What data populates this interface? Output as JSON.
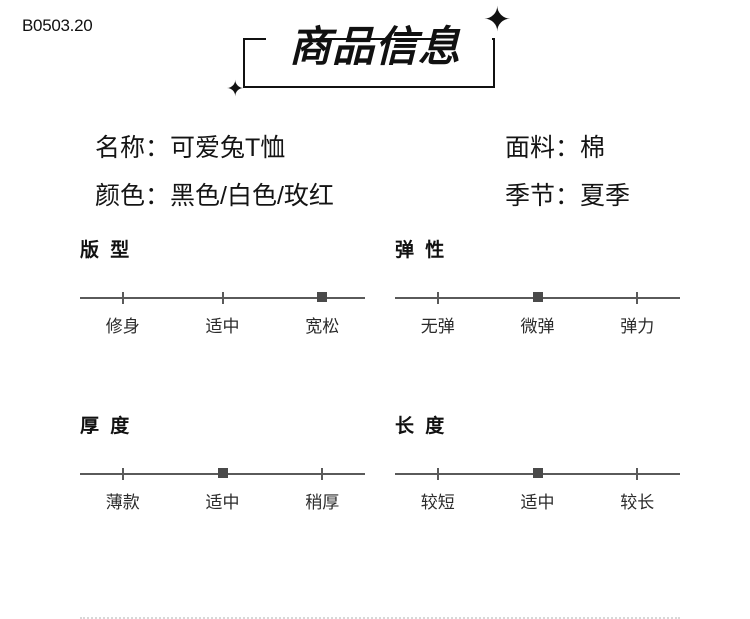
{
  "sku_code": "B0503.20",
  "title": {
    "text": "商品信息",
    "sparkle_glyph": "✦"
  },
  "specs": [
    {
      "left": {
        "label": "名称：",
        "value": "可爱兔T恤"
      },
      "right": {
        "label": "面料：",
        "value": "棉"
      }
    },
    {
      "left": {
        "label": "颜色：",
        "value": "黑色/白色/玫红"
      },
      "right": {
        "label": "季节：",
        "value": "夏季"
      }
    }
  ],
  "sliders": [
    {
      "heading": "版 型",
      "options": [
        "修身",
        "适中",
        "宽松"
      ],
      "selected_index": 2
    },
    {
      "heading": "弹 性",
      "options": [
        "无弹",
        "微弹",
        "弹力"
      ],
      "selected_index": 1
    },
    {
      "heading": "厚 度",
      "options": [
        "薄款",
        "适中",
        "稍厚"
      ],
      "selected_index": 1
    },
    {
      "heading": "长 度",
      "options": [
        "较短",
        "适中",
        "较长"
      ],
      "selected_index": 1
    }
  ],
  "colors": {
    "text": "#141414",
    "track": "#5a5a5a",
    "marker": "#4a4a4a",
    "divider": "#d8d8d8"
  }
}
